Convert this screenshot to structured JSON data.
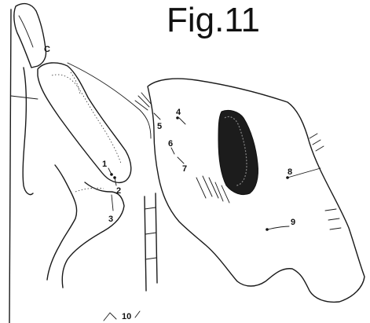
{
  "figure": {
    "title": "Fig.11",
    "labels": {
      "c": "C",
      "l1": "1",
      "l2": "2",
      "l3": "3",
      "l4": "4",
      "l5": "5",
      "l6": "6",
      "l7": "7",
      "l8": "8",
      "l9": "9",
      "l10": "10"
    }
  }
}
